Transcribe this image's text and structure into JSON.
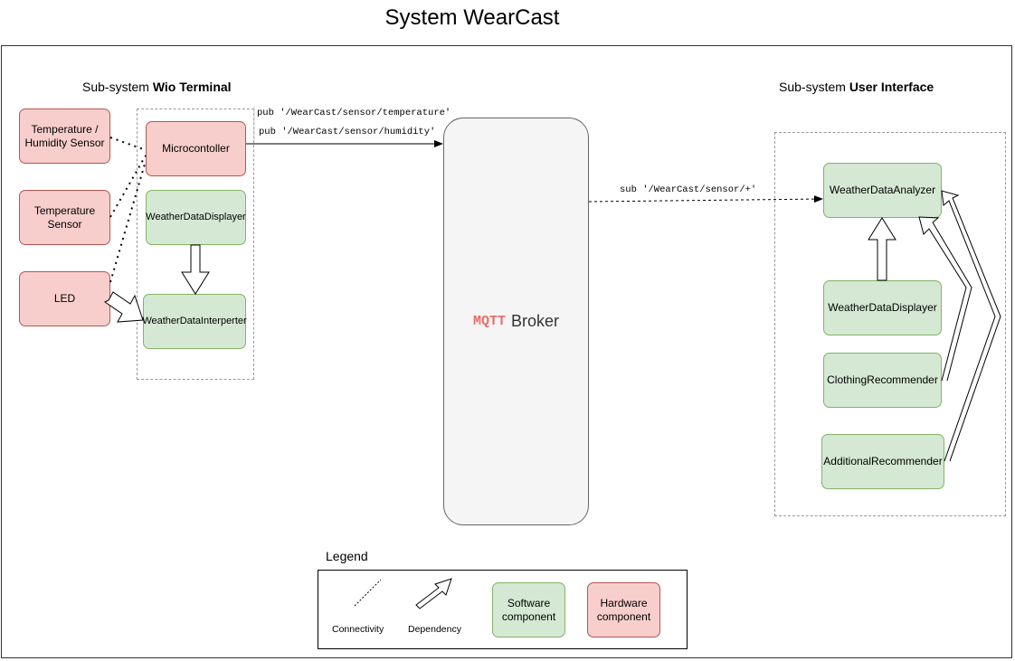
{
  "title": "System WearCast",
  "wio": {
    "label_prefix": "Sub-system ",
    "label_bold": "Wio Terminal",
    "hardware": {
      "temp_humidity": "Temperature / Humidity Sensor",
      "temperature": "Temperature Sensor",
      "led": "LED",
      "microcontroller": "Microcontoller"
    },
    "software": {
      "displayer": "WeatherDataDisplayer",
      "interpreter": "WeatherDataInterperter"
    }
  },
  "broker": {
    "protocol": "MQTT",
    "label": "Broker"
  },
  "topics": {
    "pub_temperature": "pub '/WearCast/sensor/temperature'",
    "pub_humidity": "pub '/WearCast/sensor/humidity'",
    "sub_all": "sub '/WearCast/sensor/+'"
  },
  "ui": {
    "label_prefix": "Sub-system ",
    "label_bold": "User Interface",
    "analyzer": "WeatherDataAnalyzer",
    "displayer": "WeatherDataDisplayer",
    "clothing": "ClothingRecommender",
    "additional": "AdditionalRecommender"
  },
  "legend": {
    "title": "Legend",
    "connectivity": "Connectivity",
    "dependency": "Dependency",
    "software": "Software component",
    "hardware": "Hardware component"
  },
  "colors": {
    "hardware_fill": "#f8cecc",
    "hardware_stroke": "#b85450",
    "software_fill": "#d5e8d4",
    "software_stroke": "#82b366",
    "mqtt_accent": "#ea6b66"
  }
}
